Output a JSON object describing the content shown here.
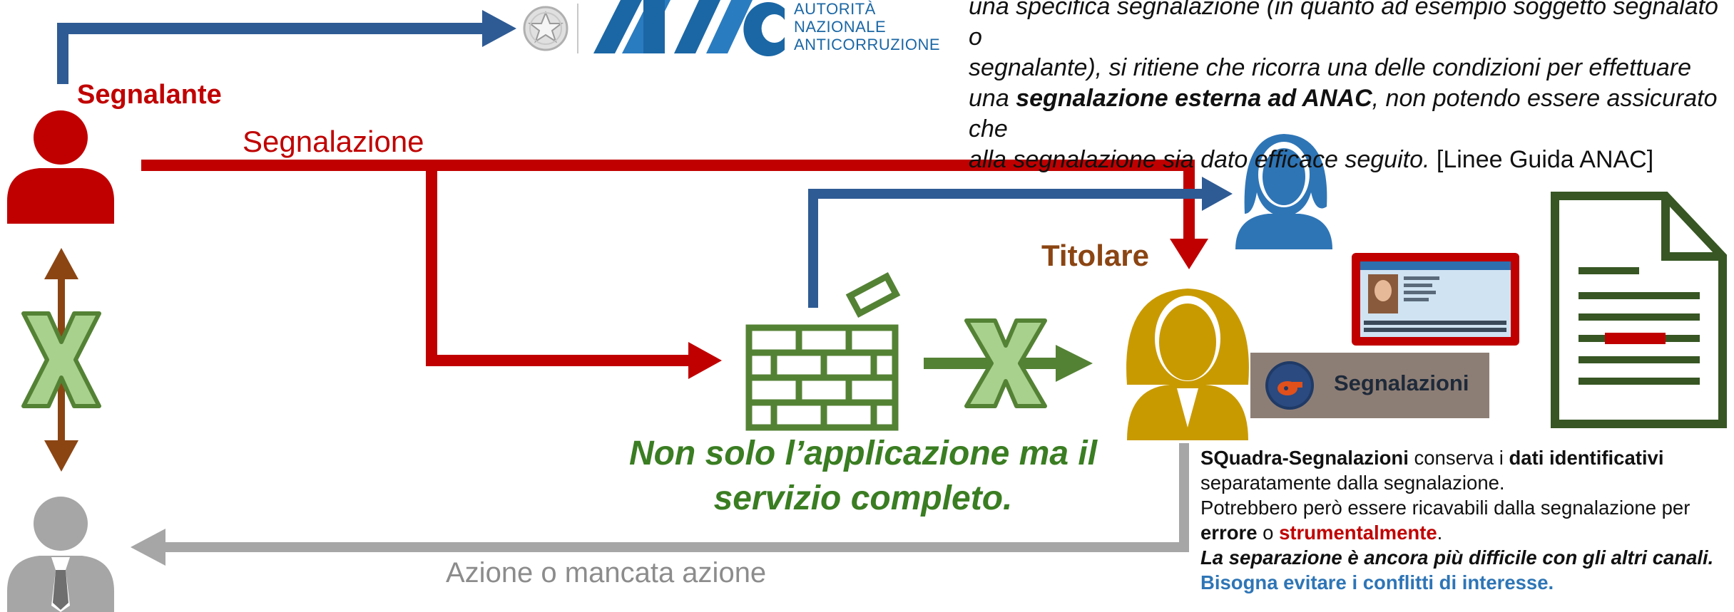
{
  "anac": {
    "logo_text": "ANAC",
    "subtitle_lines": [
      "AUTORITÀ",
      "NAZIONALE",
      "ANTICORRUZIONE"
    ]
  },
  "quote": {
    "line1": "una specifica segnalazione (in quanto ad esempio soggetto segnalato o",
    "line2": "segnalante), si ritiene che ricorra una delle condizioni per effettuare",
    "line3_a": "una ",
    "line3_b": "segnalazione esterna ad ANAC",
    "line3_c": ", non potendo essere assicurato che",
    "line4_a": "alla segnalazione sia dato efficace seguito.",
    "line4_b": " [Linee Guida ANAC]"
  },
  "labels": {
    "segnalante": "Segnalante",
    "segnalazione": "Segnalazione",
    "titolare": "Titolare",
    "slogan": "Non solo l’applicazione ma il servizio completo.",
    "azione": "Azione o mancata azione",
    "app_name": "Segnalazioni"
  },
  "note": {
    "p1_a": "SQuadra-Segnalazioni",
    "p1_b": " conserva i ",
    "p1_c": "dati identificativi",
    "p1_d": " separatamente dalla segnalazione.",
    "p2_a": "Potrebbero però essere ricavabili dalla segnalazione per ",
    "p2_b": "errore",
    "p2_c": " o ",
    "p2_d": "strumentalmente",
    "p2_e": ".",
    "p3": "La separazione è ancora più difficile con gli altri canali.",
    "p4": "Bisogna evitare i conflitti di interesse."
  },
  "colors": {
    "red": "#c00000",
    "blue": "#2e5b94",
    "green": "#548235",
    "gold": "#c99a00",
    "brown": "#8b4513",
    "gray": "#a6a6a6",
    "person_blue": "#2e75b6"
  },
  "icons": [
    "person-icon",
    "manager-icon",
    "woman-icon",
    "firewall-icon",
    "x-mark-icon",
    "id-card-icon",
    "document-icon",
    "emblem-icon",
    "whistle-icon"
  ]
}
